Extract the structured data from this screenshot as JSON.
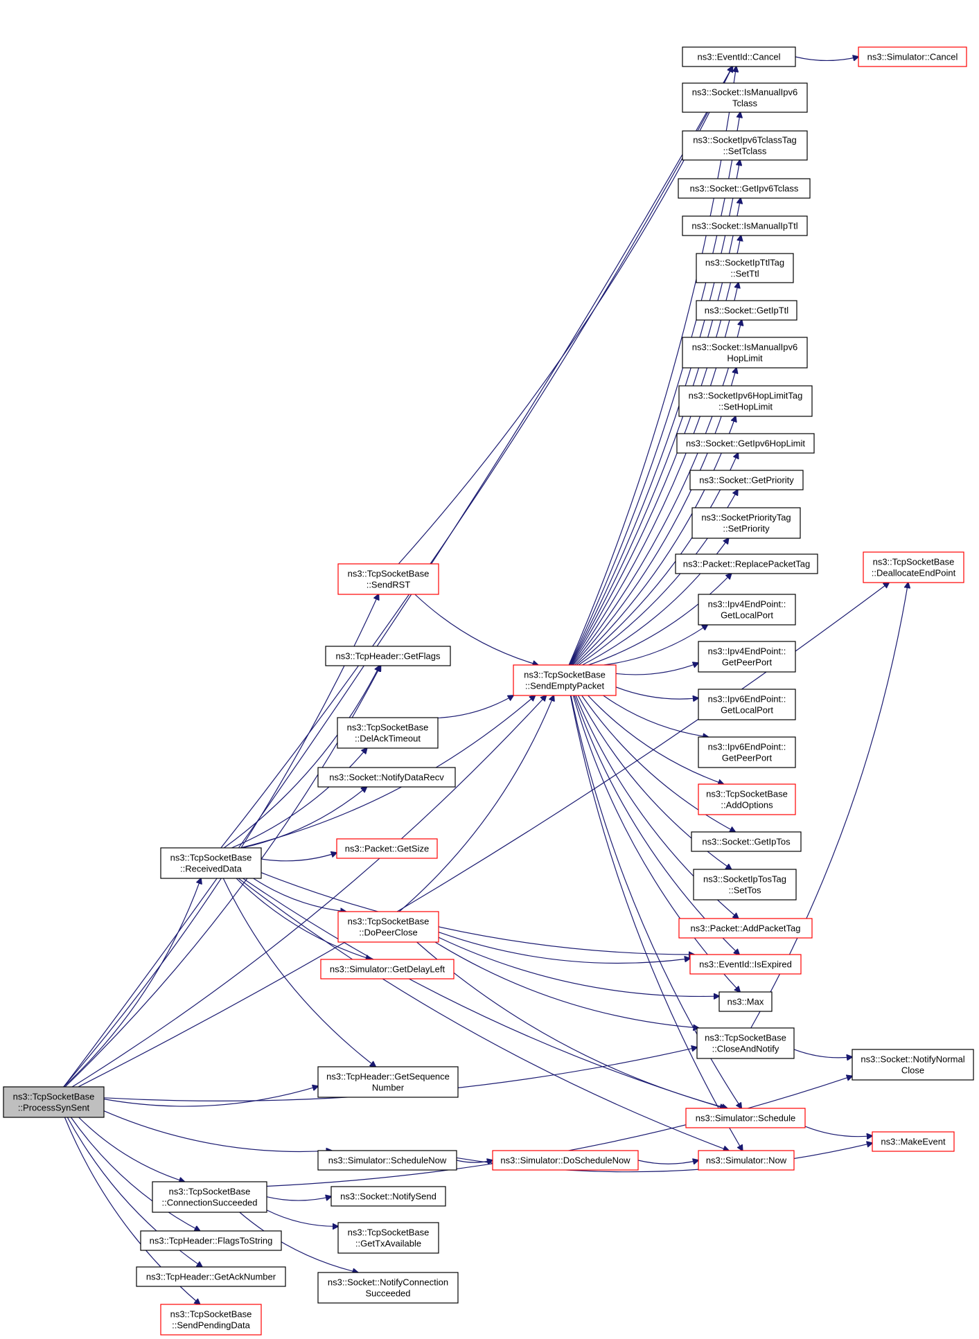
{
  "colors": {
    "edge": "#191970",
    "node_border": "#000000",
    "truncated_node_border": "#ff0000",
    "root_fill": "#bfbfbf"
  },
  "nodes": {
    "root": [
      "ns3::TcpSocketBase",
      "::ProcessSynSent"
    ],
    "cancel": [
      "ns3::EventId::Cancel"
    ],
    "simcancel": [
      "ns3::Simulator::Cancel"
    ],
    "ismanipv6tc": [
      "ns3::Socket::IsManualIpv6",
      "Tclass"
    ],
    "setTclass": [
      "ns3::SocketIpv6TclassTag",
      "::SetTclass"
    ],
    "getIpv6Tc": [
      "ns3::Socket::GetIpv6Tclass"
    ],
    "ismanipttl": [
      "ns3::Socket::IsManualIpTtl"
    ],
    "setTtl": [
      "ns3::SocketIpTtlTag",
      "::SetTtl"
    ],
    "getIpTtl": [
      "ns3::Socket::GetIpTtl"
    ],
    "ismanipv6hl": [
      "ns3::Socket::IsManualIpv6",
      "HopLimit"
    ],
    "setHopLimit": [
      "ns3::SocketIpv6HopLimitTag",
      "::SetHopLimit"
    ],
    "getIpv6HL": [
      "ns3::Socket::GetIpv6HopLimit"
    ],
    "getPriority": [
      "ns3::Socket::GetPriority"
    ],
    "setPriority": [
      "ns3::SocketPriorityTag",
      "::SetPriority"
    ],
    "replaceTag": [
      "ns3::Packet::ReplacePacketTag"
    ],
    "dealloc": [
      "ns3::TcpSocketBase",
      "::DeallocateEndPoint"
    ],
    "sendRST": [
      "ns3::TcpSocketBase",
      "::SendRST"
    ],
    "v4local": [
      "ns3::Ipv4EndPoint::",
      "GetLocalPort"
    ],
    "v4peer": [
      "ns3::Ipv4EndPoint::",
      "GetPeerPort"
    ],
    "getFlags": [
      "ns3::TcpHeader::GetFlags"
    ],
    "sendEmpty": [
      "ns3::TcpSocketBase",
      "::SendEmptyPacket"
    ],
    "v6local": [
      "ns3::Ipv6EndPoint::",
      "GetLocalPort"
    ],
    "delAck": [
      "ns3::TcpSocketBase",
      "::DelAckTimeout"
    ],
    "v6peer": [
      "ns3::Ipv6EndPoint::",
      "GetPeerPort"
    ],
    "notifyRecv": [
      "ns3::Socket::NotifyDataRecv"
    ],
    "addOptions": [
      "ns3::TcpSocketBase",
      "::AddOptions"
    ],
    "getIpTos": [
      "ns3::Socket::GetIpTos"
    ],
    "getSize": [
      "ns3::Packet::GetSize"
    ],
    "receivedData": [
      "ns3::TcpSocketBase",
      "::ReceivedData"
    ],
    "setTos": [
      "ns3::SocketIpTosTag",
      "::SetTos"
    ],
    "doPeerClose": [
      "ns3::TcpSocketBase",
      "::DoPeerClose"
    ],
    "addTag": [
      "ns3::Packet::AddPacketTag"
    ],
    "isExpired": [
      "ns3::EventId::IsExpired"
    ],
    "getDelayLeft": [
      "ns3::Simulator::GetDelayLeft"
    ],
    "max": [
      "ns3::Max"
    ],
    "closeNotify": [
      "ns3::TcpSocketBase",
      "::CloseAndNotify"
    ],
    "notifyNormal": [
      "ns3::Socket::NotifyNormal",
      "Close"
    ],
    "getSeq": [
      "ns3::TcpHeader::GetSequence",
      "Number"
    ],
    "schedule": [
      "ns3::Simulator::Schedule"
    ],
    "makeEvent": [
      "ns3::MakeEvent"
    ],
    "schedNow": [
      "ns3::Simulator::ScheduleNow"
    ],
    "doSchedNow": [
      "ns3::Simulator::DoScheduleNow"
    ],
    "now": [
      "ns3::Simulator::Now"
    ],
    "connSucc": [
      "ns3::TcpSocketBase",
      "::ConnectionSucceeded"
    ],
    "notifySend": [
      "ns3::Socket::NotifySend"
    ],
    "getTxAvail": [
      "ns3::TcpSocketBase",
      "::GetTxAvailable"
    ],
    "flagsToStr": [
      "ns3::TcpHeader::FlagsToString"
    ],
    "getAck": [
      "ns3::TcpHeader::GetAckNumber"
    ],
    "notifyConn": [
      "ns3::Socket::NotifyConnection",
      "Succeeded"
    ],
    "sendPending": [
      "ns3::TcpSocketBase",
      "::SendPendingData"
    ]
  },
  "edges": [
    [
      "root",
      "cancel"
    ],
    [
      "root",
      "sendRST"
    ],
    [
      "root",
      "sendEmpty"
    ],
    [
      "root",
      "getFlags"
    ],
    [
      "root",
      "receivedData"
    ],
    [
      "root",
      "getSeq"
    ],
    [
      "root",
      "closeNotify"
    ],
    [
      "root",
      "schedNow"
    ],
    [
      "root",
      "connSucc"
    ],
    [
      "root",
      "flagsToStr"
    ],
    [
      "root",
      "getAck"
    ],
    [
      "root",
      "sendPending"
    ],
    [
      "root",
      "dealloc"
    ],
    [
      "cancel",
      "simcancel"
    ],
    [
      "sendRST",
      "cancel"
    ],
    [
      "sendRST",
      "sendEmpty"
    ],
    [
      "sendEmpty",
      "cancel"
    ],
    [
      "sendEmpty",
      "ismanipv6tc"
    ],
    [
      "sendEmpty",
      "setTclass"
    ],
    [
      "sendEmpty",
      "getIpv6Tc"
    ],
    [
      "sendEmpty",
      "ismanipttl"
    ],
    [
      "sendEmpty",
      "setTtl"
    ],
    [
      "sendEmpty",
      "getIpTtl"
    ],
    [
      "sendEmpty",
      "ismanipv6hl"
    ],
    [
      "sendEmpty",
      "setHopLimit"
    ],
    [
      "sendEmpty",
      "getIpv6HL"
    ],
    [
      "sendEmpty",
      "getPriority"
    ],
    [
      "sendEmpty",
      "setPriority"
    ],
    [
      "sendEmpty",
      "replaceTag"
    ],
    [
      "sendEmpty",
      "v4local"
    ],
    [
      "sendEmpty",
      "v4peer"
    ],
    [
      "sendEmpty",
      "v6local"
    ],
    [
      "sendEmpty",
      "v6peer"
    ],
    [
      "sendEmpty",
      "addOptions"
    ],
    [
      "sendEmpty",
      "getIpTos"
    ],
    [
      "sendEmpty",
      "setTos"
    ],
    [
      "sendEmpty",
      "addTag"
    ],
    [
      "sendEmpty",
      "isExpired"
    ],
    [
      "sendEmpty",
      "max"
    ],
    [
      "sendEmpty",
      "schedule"
    ],
    [
      "sendEmpty",
      "now"
    ],
    [
      "receivedData",
      "getFlags"
    ],
    [
      "receivedData",
      "delAck"
    ],
    [
      "receivedData",
      "notifyRecv"
    ],
    [
      "receivedData",
      "sendEmpty"
    ],
    [
      "receivedData",
      "getSize"
    ],
    [
      "receivedData",
      "doPeerClose"
    ],
    [
      "receivedData",
      "getDelayLeft"
    ],
    [
      "receivedData",
      "isExpired"
    ],
    [
      "receivedData",
      "getSeq"
    ],
    [
      "receivedData",
      "schedule"
    ],
    [
      "receivedData",
      "now"
    ],
    [
      "receivedData",
      "cancel"
    ],
    [
      "delAck",
      "sendEmpty"
    ],
    [
      "doPeerClose",
      "sendEmpty"
    ],
    [
      "doPeerClose",
      "isExpired"
    ],
    [
      "doPeerClose",
      "max"
    ],
    [
      "doPeerClose",
      "closeNotify"
    ],
    [
      "doPeerClose",
      "schedule"
    ],
    [
      "closeNotify",
      "dealloc"
    ],
    [
      "closeNotify",
      "notifyNormal"
    ],
    [
      "schedule",
      "makeEvent"
    ],
    [
      "schedNow",
      "doSchedNow"
    ],
    [
      "schedNow",
      "makeEvent"
    ],
    [
      "doSchedNow",
      "now"
    ],
    [
      "connSucc",
      "notifySend"
    ],
    [
      "connSucc",
      "getTxAvail"
    ],
    [
      "connSucc",
      "notifyConn"
    ],
    [
      "connSucc",
      "notifyNormal"
    ]
  ]
}
